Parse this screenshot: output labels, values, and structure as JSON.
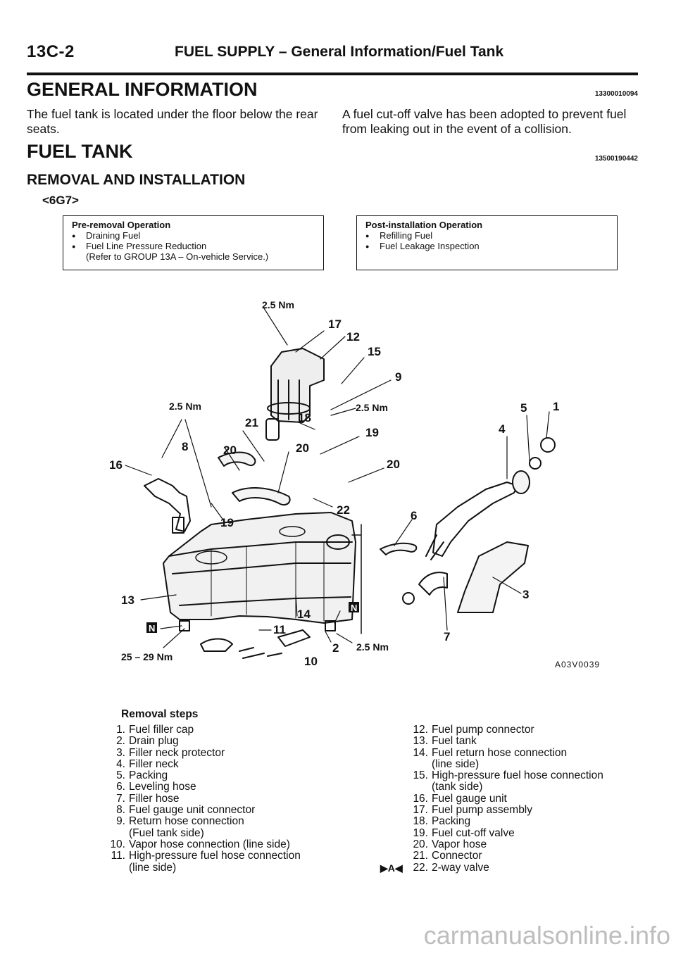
{
  "header": {
    "section_code": "13C-2",
    "title": "FUEL SUPPLY – General Information/Fuel Tank"
  },
  "general": {
    "heading": "GENERAL INFORMATION",
    "code": "13300010094",
    "left_text": "The fuel tank is located under the floor below the rear seats.",
    "right_text": "A fuel cut-off valve has been adopted to prevent fuel from leaking out in the event of a collision."
  },
  "fuel_tank": {
    "heading": "FUEL TANK",
    "code": "13500190442",
    "subheading": "REMOVAL AND INSTALLATION",
    "engine": "<6G7>"
  },
  "pre_removal": {
    "title": "Pre-removal Operation",
    "items": [
      "Draining Fuel",
      "Fuel Line Pressure Reduction"
    ],
    "note": "(Refer to GROUP 13A – On-vehicle Service.)"
  },
  "post_installation": {
    "title": "Post-installation Operation",
    "items": [
      "Refilling Fuel",
      "Fuel Leakage Inspection"
    ]
  },
  "diagram": {
    "figure_code": "A03V0039",
    "callouts": [
      "17",
      "12",
      "15",
      "9",
      "18",
      "19",
      "20",
      "21",
      "8",
      "16",
      "22",
      "6",
      "13",
      "14",
      "11",
      "10",
      "2",
      "5",
      "1",
      "4",
      "3",
      "7"
    ],
    "torques": [
      "2.5 Nm",
      "2.5 Nm",
      "2.5 Nm",
      "2.5 Nm",
      "25 – 29 Nm"
    ],
    "new_part_mark": "N"
  },
  "removal_steps": {
    "title": "Removal steps",
    "left": [
      {
        "num": "1.",
        "label": "Fuel filler cap"
      },
      {
        "num": "2.",
        "label": "Drain plug"
      },
      {
        "num": "3.",
        "label": "Filler neck protector"
      },
      {
        "num": "4.",
        "label": "Filler neck"
      },
      {
        "num": "5.",
        "label": "Packing"
      },
      {
        "num": "6.",
        "label": "Leveling hose"
      },
      {
        "num": "7.",
        "label": "Filler hose"
      },
      {
        "num": "8.",
        "label": "Fuel gauge unit connector"
      },
      {
        "num": "9.",
        "label": "Return hose connection",
        "sub": "(Fuel tank side)"
      },
      {
        "num": "10.",
        "label": "Vapor hose connection (line side)"
      },
      {
        "num": "11.",
        "label": "High-pressure fuel hose connection",
        "sub": "(line side)"
      }
    ],
    "right": [
      {
        "num": "12.",
        "label": "Fuel pump connector"
      },
      {
        "num": "13.",
        "label": "Fuel tank"
      },
      {
        "num": "14.",
        "label": "Fuel return hose connection",
        "sub": "(line side)"
      },
      {
        "num": "15.",
        "label": "High-pressure fuel hose connection",
        "sub": "(tank side)"
      },
      {
        "num": "16.",
        "label": "Fuel gauge unit"
      },
      {
        "num": "17.",
        "label": "Fuel pump assembly"
      },
      {
        "num": "18.",
        "label": "Packing"
      },
      {
        "num": "19.",
        "label": "Fuel cut-off valve"
      },
      {
        "num": "20.",
        "label": "Vapor hose"
      },
      {
        "num": "21.",
        "label": "Connector"
      },
      {
        "num": "22.",
        "label": "2-way valve",
        "marker": "▶A◀"
      }
    ]
  },
  "footer": {
    "watermark": "carmanualsonline.info"
  }
}
